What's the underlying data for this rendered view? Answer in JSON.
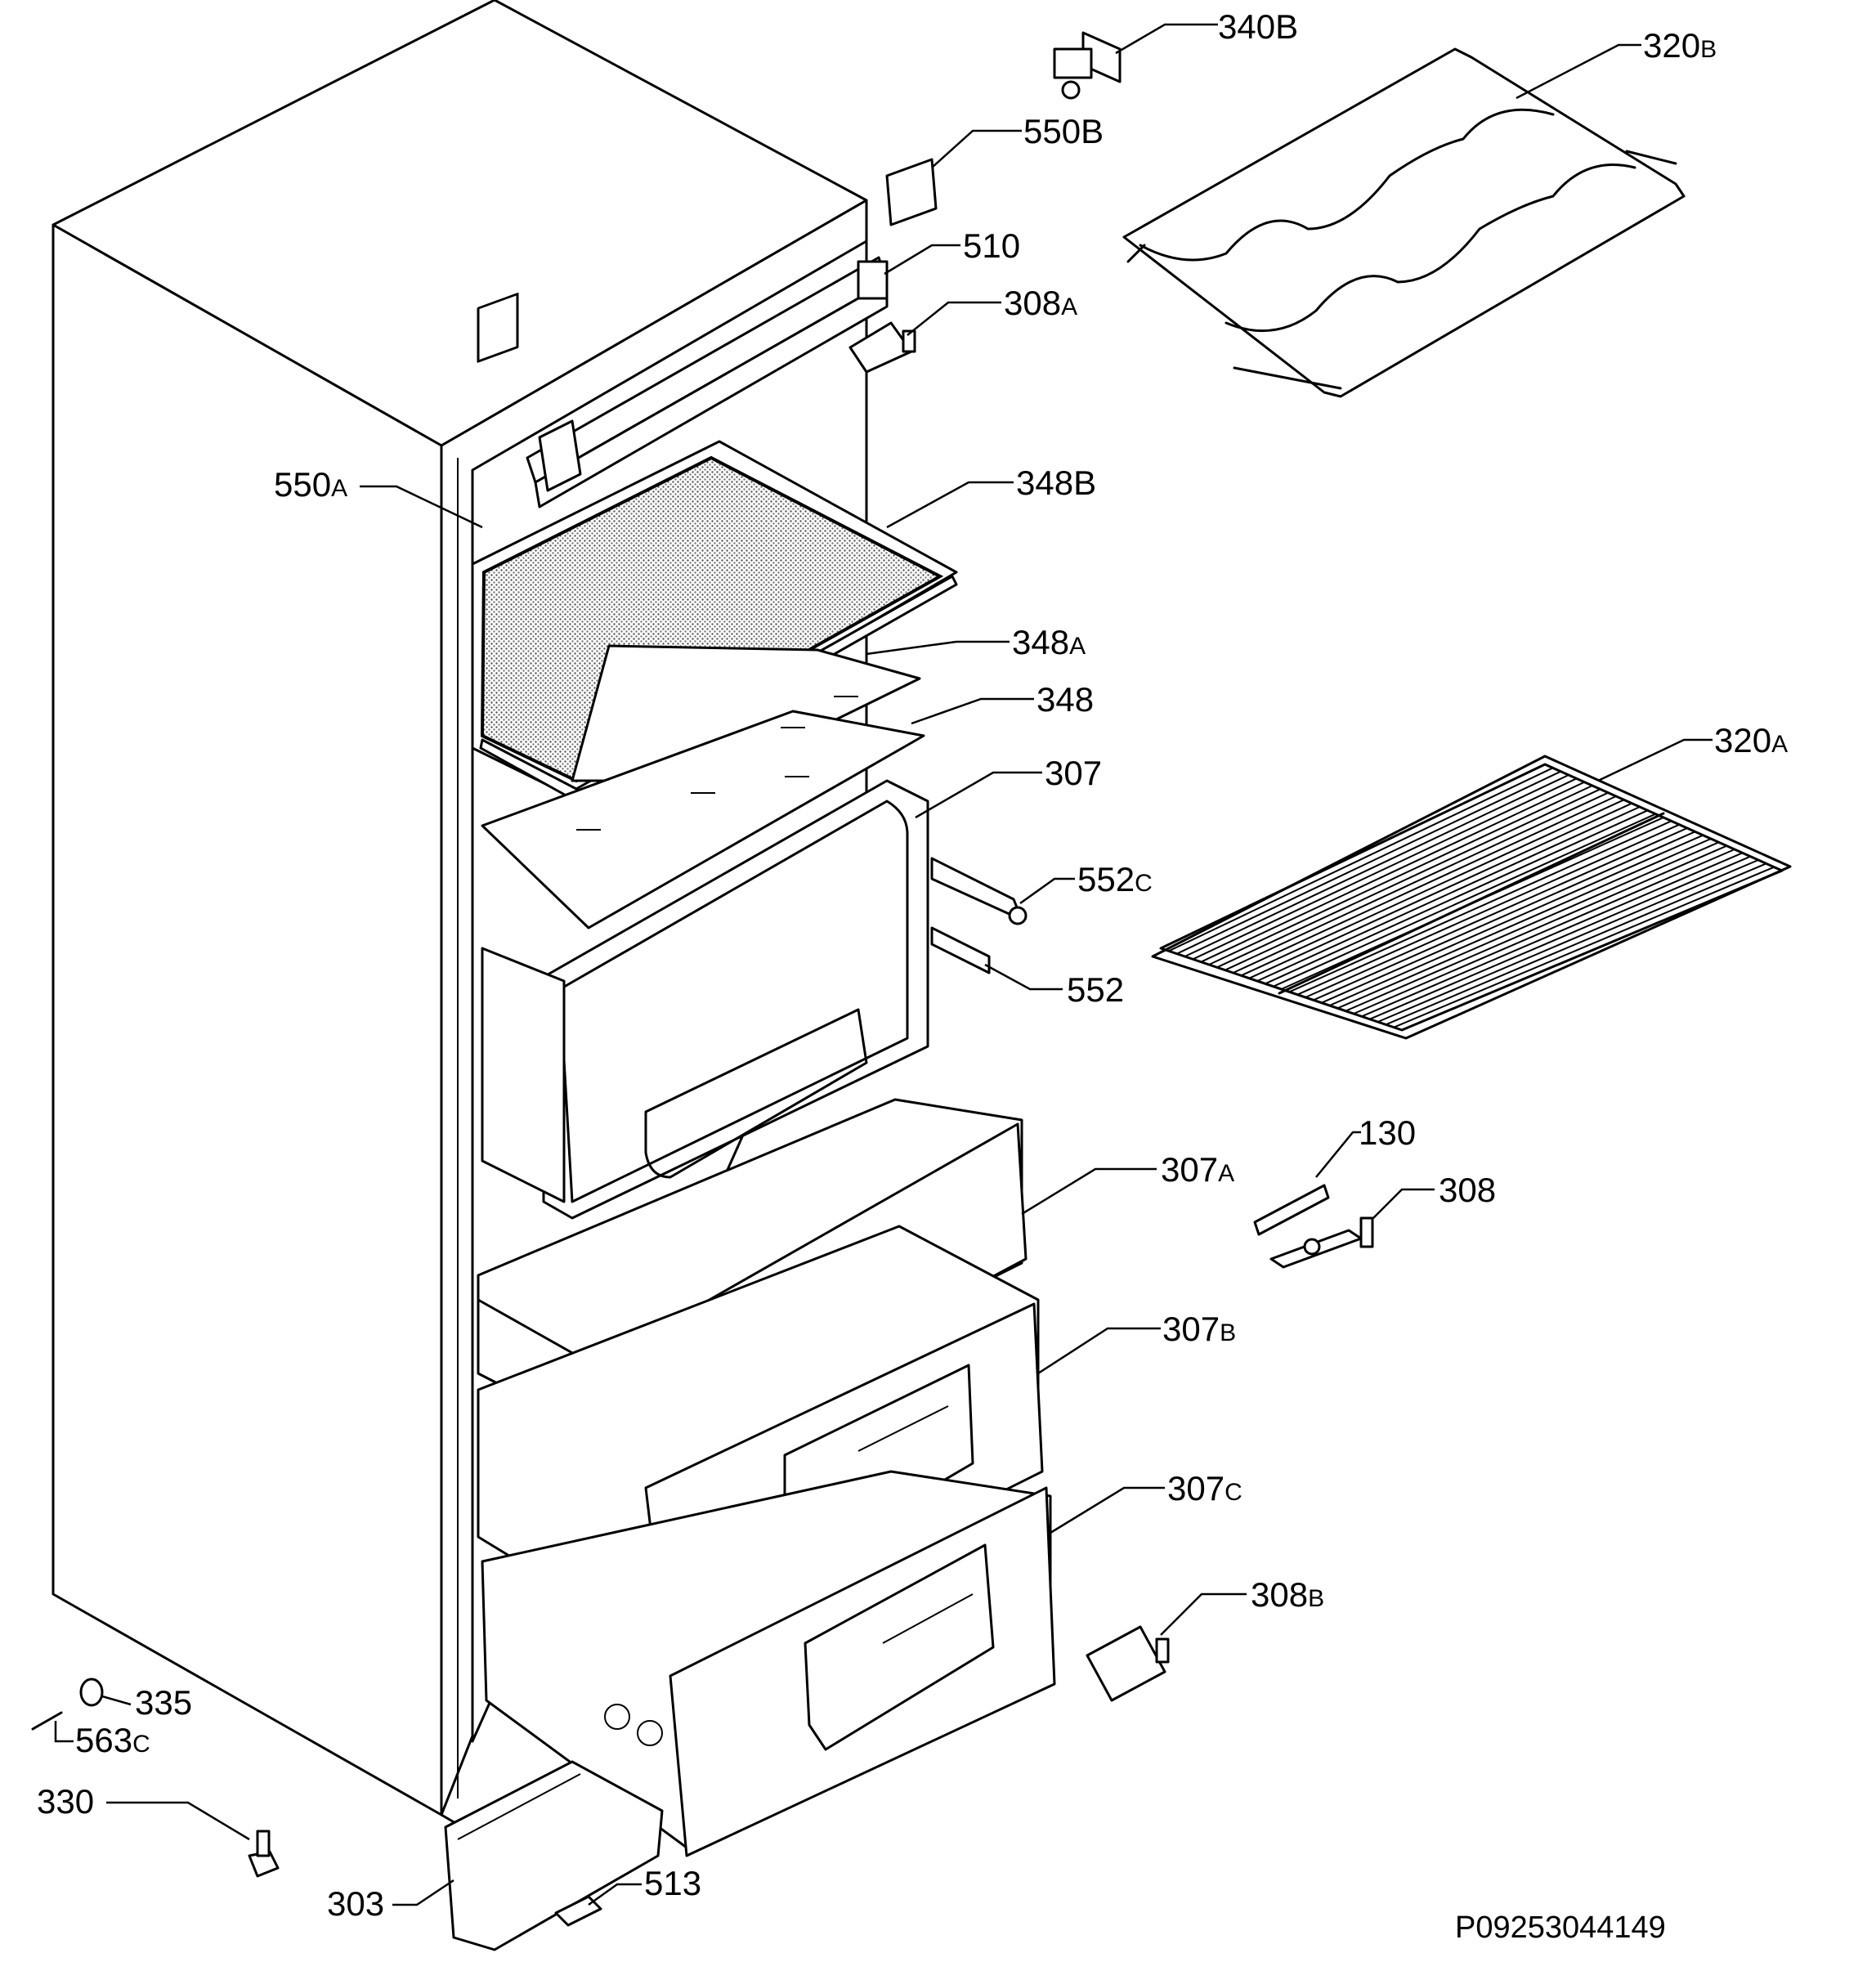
{
  "diagram_code": "P09253044149",
  "labels": {
    "l340B": {
      "num": "340",
      "suf": "B"
    },
    "l320B": {
      "num": "320",
      "suf": "B"
    },
    "l550B": {
      "num": "550",
      "suf": "B"
    },
    "l510": {
      "num": "510",
      "suf": ""
    },
    "l308A": {
      "num": "308",
      "suf": "A"
    },
    "l550A": {
      "num": "550",
      "suf": "A"
    },
    "l348B": {
      "num": "348",
      "suf": "B"
    },
    "l348A": {
      "num": "348",
      "suf": "A"
    },
    "l348": {
      "num": "348",
      "suf": ""
    },
    "l307": {
      "num": "307",
      "suf": ""
    },
    "l552C": {
      "num": "552",
      "suf": "C"
    },
    "l552": {
      "num": "552",
      "suf": ""
    },
    "l320A": {
      "num": "320",
      "suf": "A"
    },
    "l130": {
      "num": "130",
      "suf": ""
    },
    "l307A": {
      "num": "307",
      "suf": "A"
    },
    "l308": {
      "num": "308",
      "suf": ""
    },
    "l307B": {
      "num": "307",
      "suf": "B"
    },
    "l307C": {
      "num": "307",
      "suf": "C"
    },
    "l308B": {
      "num": "308",
      "suf": "B"
    },
    "l335": {
      "num": "335",
      "suf": ""
    },
    "l563C": {
      "num": "563",
      "suf": "C"
    },
    "l330": {
      "num": "330",
      "suf": ""
    },
    "l303": {
      "num": "303",
      "suf": ""
    },
    "l513": {
      "num": "513",
      "suf": ""
    }
  }
}
